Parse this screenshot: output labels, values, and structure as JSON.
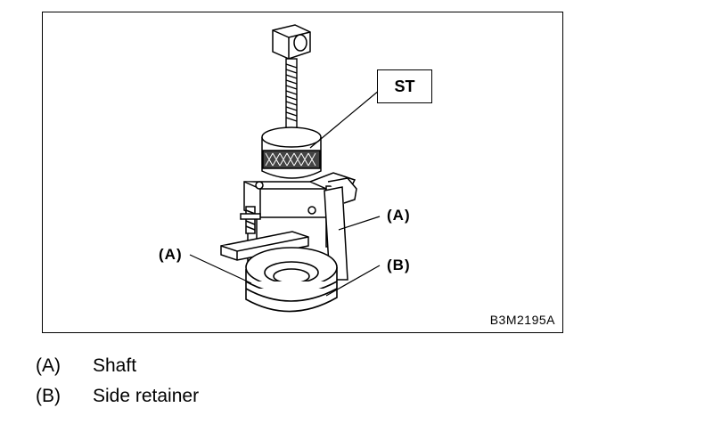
{
  "figure": {
    "tool_label": "ST",
    "figure_code": "B3M2195A",
    "callouts": {
      "a_right": "(A)",
      "a_left": "(A)",
      "b_right": "(B)"
    }
  },
  "legend": [
    {
      "key": "(A)",
      "text": "Shaft"
    },
    {
      "key": "(B)",
      "text": "Side retainer"
    }
  ]
}
